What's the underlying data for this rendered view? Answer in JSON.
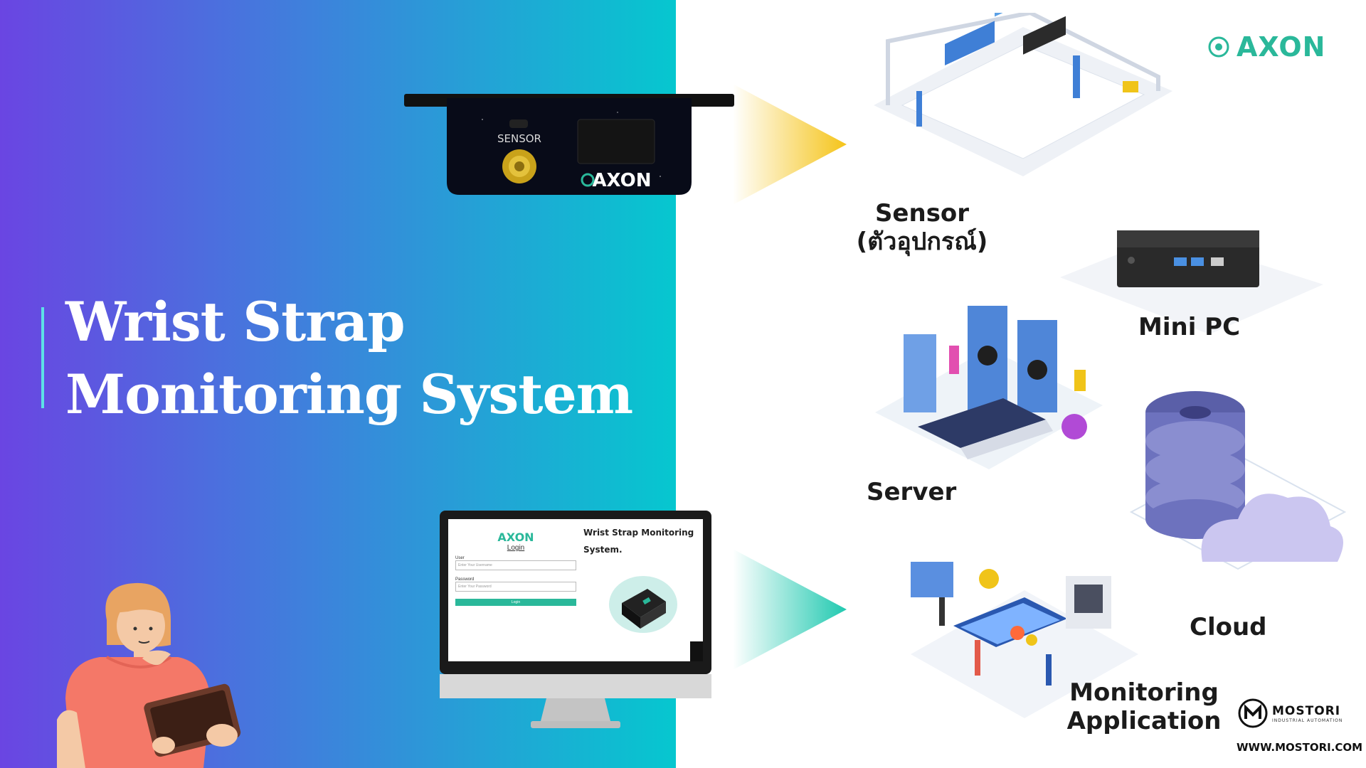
{
  "title": {
    "line1": "Wrist Strap",
    "line2": "Monitoring System"
  },
  "device": {
    "sensor_label": "SENSOR",
    "brand": "AXON"
  },
  "monitor": {
    "brand": "AXON",
    "login_label": "Login",
    "user_label": "User",
    "user_placeholder": "Enter Your Username",
    "password_label": "Password",
    "password_placeholder": "Enter Your Password",
    "login_button": "Login",
    "headline_line1": "Wrist Strap Monitoring",
    "headline_line2": "System."
  },
  "labels": {
    "sensor_line1": "Sensor",
    "sensor_line2": "(ตัวอุปกรณ์)",
    "mini_pc": "Mini PC",
    "server": "Server",
    "cloud": "Cloud",
    "monitoring_line1": "Monitoring",
    "monitoring_line2": "Application"
  },
  "brand": {
    "name": "AXON",
    "color": "#2ab89a"
  },
  "footer": {
    "company": "MOSTORI",
    "tagline": "INDUSTRIAL AUTOMATION",
    "url": "WWW.MOSTORI.COM"
  },
  "colors": {
    "gradient_start": "#6a45e2",
    "gradient_end": "#06c7cf",
    "arrow_top": "#f5c419",
    "arrow_bottom": "#20c9b0"
  }
}
